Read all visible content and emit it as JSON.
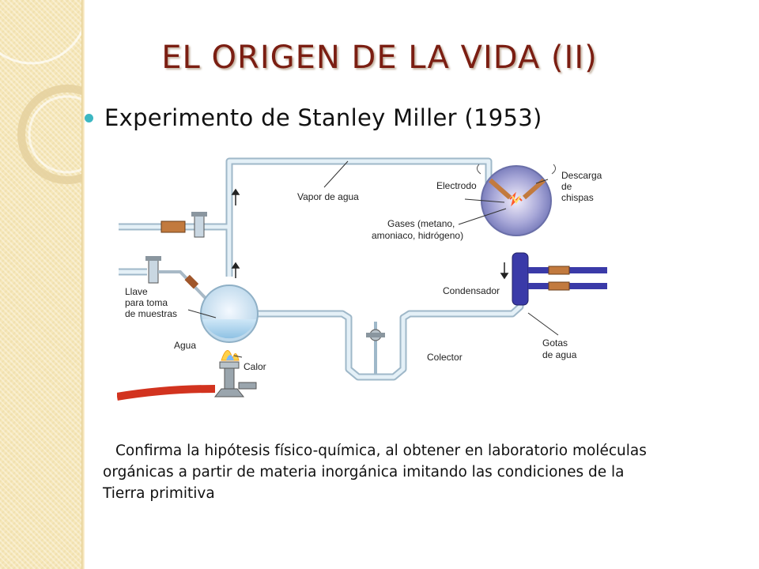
{
  "slide": {
    "title": "EL ORIGEN DE LA VIDA (II)",
    "bullet": "Experimento de Stanley Miller (1953)",
    "caption": "Confirma la hipótesis físico-química, al obtener en laboratorio moléculas orgánicas a partir de materia inorgánica imitando las condiciones de la Tierra primitiva"
  },
  "diagram": {
    "labels": {
      "vapor": "Vapor de agua",
      "electrodo": "Electrodo",
      "descarga_1": "Descarga",
      "descarga_2": "de",
      "descarga_3": "chispas",
      "gases_1": "Gases (metano,",
      "gases_2": "amoniaco, hidrógeno)",
      "llave_1": "Llave",
      "llave_2": "para toma",
      "llave_3": "de muestras",
      "condensador": "Condensador",
      "agua": "Agua",
      "calor": "Calor",
      "colector": "Colector",
      "gotas_1": "Gotas",
      "gotas_2": "de agua"
    }
  },
  "colors": {
    "title": "#7b1e12",
    "bullet": "#3cb7c2",
    "sidebar": "#f6e7b9",
    "tube": "#cfe3ef",
    "condenser": "#3a3aa8",
    "hose": "#d2331f"
  }
}
